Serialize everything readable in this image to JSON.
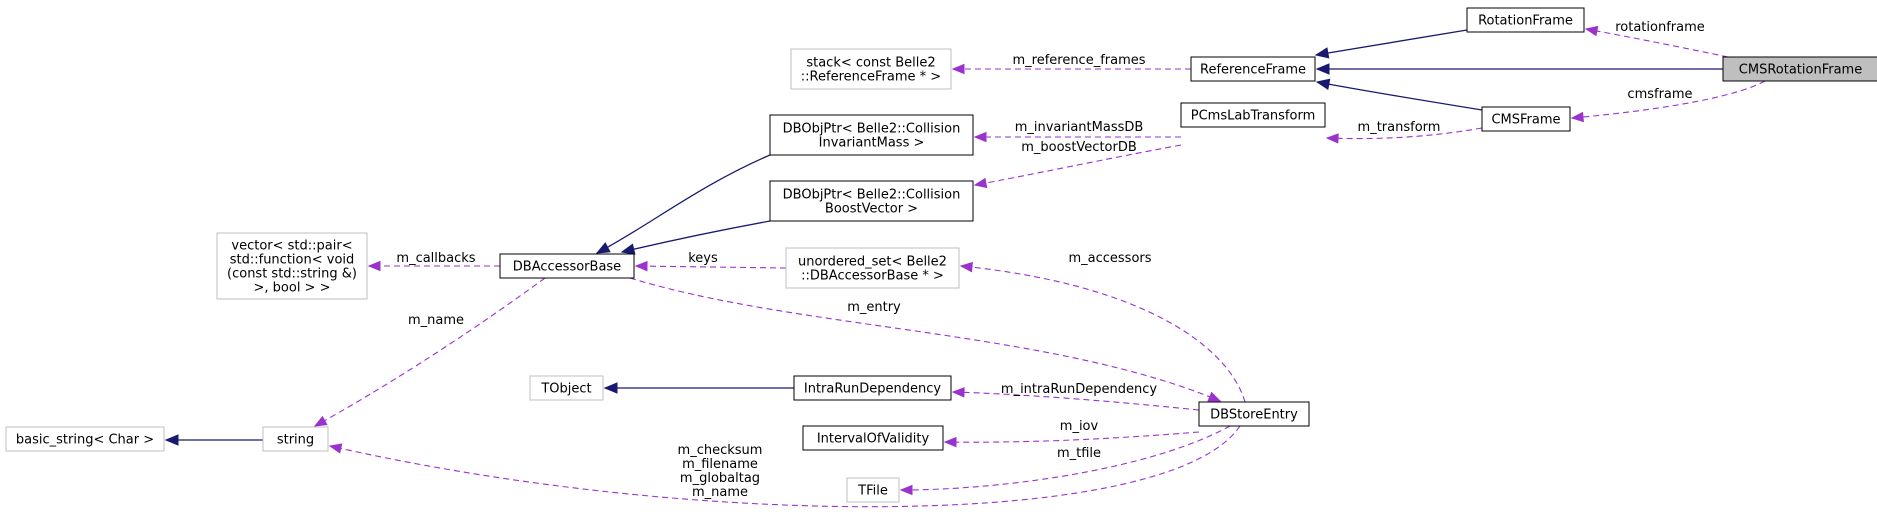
{
  "nodes": {
    "cms_rotation_frame": {
      "lines": [
        "CMSRotationFrame"
      ],
      "style": "focus"
    },
    "rotation_frame": {
      "lines": [
        "RotationFrame"
      ],
      "style": "class"
    },
    "reference_frame": {
      "lines": [
        "ReferenceFrame"
      ],
      "style": "class"
    },
    "cms_frame": {
      "lines": [
        "CMSFrame"
      ],
      "style": "class"
    },
    "stack_reference_frames": {
      "lines": [
        "stack< const Belle2",
        "::ReferenceFrame * >"
      ],
      "style": "external"
    },
    "dbobjptr_invariant_mass": {
      "lines": [
        "DBObjPtr< Belle2::Collision",
        "InvariantMass >"
      ],
      "style": "class"
    },
    "pcms_lab_transform": {
      "lines": [
        "PCmsLabTransform"
      ],
      "style": "class"
    },
    "dbobjptr_boost_vector": {
      "lines": [
        "DBObjPtr< Belle2::Collision",
        "BoostVector >"
      ],
      "style": "class"
    },
    "callbacks_vector": {
      "lines": [
        "vector< std::pair<",
        "std::function< void",
        "(const std::string &)",
        ">, bool > >"
      ],
      "style": "external"
    },
    "db_accessor_base": {
      "lines": [
        "DBAccessorBase"
      ],
      "style": "class"
    },
    "unordered_set_accessors": {
      "lines": [
        "unordered_set< Belle2",
        "::DBAccessorBase * >"
      ],
      "style": "external"
    },
    "tobject": {
      "lines": [
        "TObject"
      ],
      "style": "external"
    },
    "intra_run_dependency": {
      "lines": [
        "IntraRunDependency"
      ],
      "style": "class"
    },
    "interval_of_validity": {
      "lines": [
        "IntervalOfValidity"
      ],
      "style": "class"
    },
    "tfile": {
      "lines": [
        "TFile"
      ],
      "style": "external"
    },
    "db_store_entry": {
      "lines": [
        "DBStoreEntry"
      ],
      "style": "class"
    },
    "basic_string": {
      "lines": [
        "basic_string< Char >"
      ],
      "style": "external"
    },
    "string": {
      "lines": [
        "string"
      ],
      "style": "external"
    }
  },
  "edges": [
    {
      "id": "rotationframe-inherits-referenceframe",
      "from": "rotation_frame",
      "to": "reference_frame",
      "kind": "inheritance"
    },
    {
      "id": "cmsrotationframe-inherits-referenceframe",
      "from": "cms_rotation_frame",
      "to": "reference_frame",
      "kind": "inheritance"
    },
    {
      "id": "cmsframe-inherits-referenceframe",
      "from": "cms_frame",
      "to": "reference_frame",
      "kind": "inheritance"
    },
    {
      "id": "dbobjptr-invariantmass-inherits-dbaccessorbase",
      "from": "dbobjptr_invariant_mass",
      "to": "db_accessor_base",
      "kind": "inheritance"
    },
    {
      "id": "dbobjptr-boostvector-inherits-dbaccessorbase",
      "from": "dbobjptr_boost_vector",
      "to": "db_accessor_base",
      "kind": "inheritance"
    },
    {
      "id": "intrarundependency-inherits-tobject",
      "from": "intra_run_dependency",
      "to": "tobject",
      "kind": "inheritance"
    },
    {
      "id": "string-inherits-basicstring",
      "from": "string",
      "to": "basic_string",
      "kind": "inheritance"
    },
    {
      "id": "rotationframe-usage",
      "from": "cms_rotation_frame",
      "to": "rotation_frame",
      "kind": "usage",
      "label": "rotationframe"
    },
    {
      "id": "cmsframe-usage",
      "from": "cms_rotation_frame",
      "to": "cms_frame",
      "kind": "usage",
      "label": "cmsframe"
    },
    {
      "id": "reference-frames-usage",
      "from": "reference_frame",
      "to": "stack_reference_frames",
      "kind": "usage",
      "label": "m_reference_frames"
    },
    {
      "id": "transform-usage",
      "from": "cms_frame",
      "to": "pcms_lab_transform",
      "kind": "usage",
      "label": "m_transform"
    },
    {
      "id": "invariantmassdb-usage",
      "from": "pcms_lab_transform",
      "to": "dbobjptr_invariant_mass",
      "kind": "usage",
      "label": "m_invariantMassDB"
    },
    {
      "id": "boostvectordb-usage",
      "from": "pcms_lab_transform",
      "to": "dbobjptr_boost_vector",
      "kind": "usage",
      "label": "m_boostVectorDB"
    },
    {
      "id": "callbacks-usage",
      "from": "db_accessor_base",
      "to": "callbacks_vector",
      "kind": "usage",
      "label": "m_callbacks"
    },
    {
      "id": "keys-usage",
      "from": "unordered_set_accessors",
      "to": "db_accessor_base",
      "kind": "usage",
      "label": "keys"
    },
    {
      "id": "accessors-usage",
      "from": "db_store_entry",
      "to": "unordered_set_accessors",
      "kind": "usage",
      "label": "m_accessors"
    },
    {
      "id": "name-usage",
      "from": "db_accessor_base",
      "to": "string",
      "kind": "usage",
      "label": "m_name"
    },
    {
      "id": "entry-usage",
      "from": "db_accessor_base",
      "to": "db_store_entry",
      "kind": "usage",
      "label": "m_entry"
    },
    {
      "id": "intrarundependency-usage",
      "from": "db_store_entry",
      "to": "intra_run_dependency",
      "kind": "usage",
      "label": "m_intraRunDependency"
    },
    {
      "id": "iov-usage",
      "from": "db_store_entry",
      "to": "interval_of_validity",
      "kind": "usage",
      "label": "m_iov"
    },
    {
      "id": "tfile-usage",
      "from": "db_store_entry",
      "to": "tfile",
      "kind": "usage",
      "label": "m_tfile"
    },
    {
      "id": "string-members-usage",
      "from": "db_store_entry",
      "to": "string",
      "kind": "usage",
      "label_lines": [
        "m_checksum",
        "m_filename",
        "m_globaltag",
        "m_name"
      ]
    }
  ],
  "colors": {
    "inheritance_edge": "#191970",
    "usage_edge": "#9a32cd",
    "class_border": "#000000",
    "external_border": "#bfbfbf",
    "focus_fill": "#bfbfbf",
    "background": "#ffffff"
  }
}
